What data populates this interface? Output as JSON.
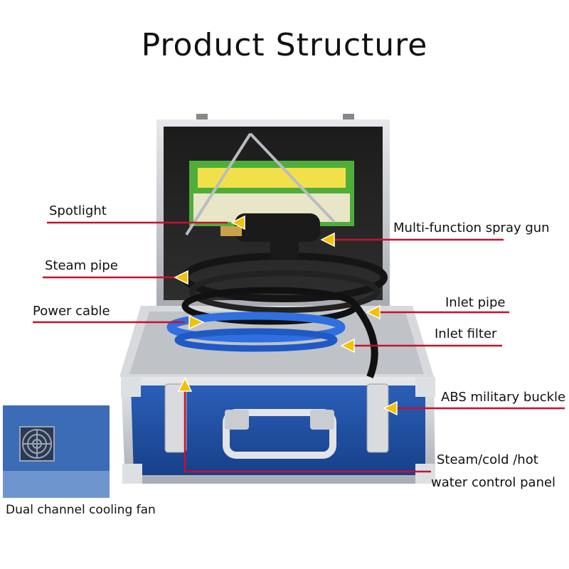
{
  "title": "Product Structure",
  "labels": {
    "spotlight": "Spotlight",
    "steam_pipe": "Steam pipe",
    "power_cable": "Power cable",
    "spray_gun": "Multi-function spray gun",
    "inlet_pipe": "Inlet pipe",
    "inlet_filter": "Inlet filter",
    "abs_buckle": "ABS military buckle",
    "control_panel_line1": "Steam/cold /hot",
    "control_panel_line2": "water control panel"
  },
  "inset_caption": "Dual channel cooling fan",
  "colors": {
    "leader_line": "#c8102e",
    "arrow": "#f2c200",
    "case_blue": "#1f4fa3",
    "aluminum": "#c9ccd1"
  }
}
